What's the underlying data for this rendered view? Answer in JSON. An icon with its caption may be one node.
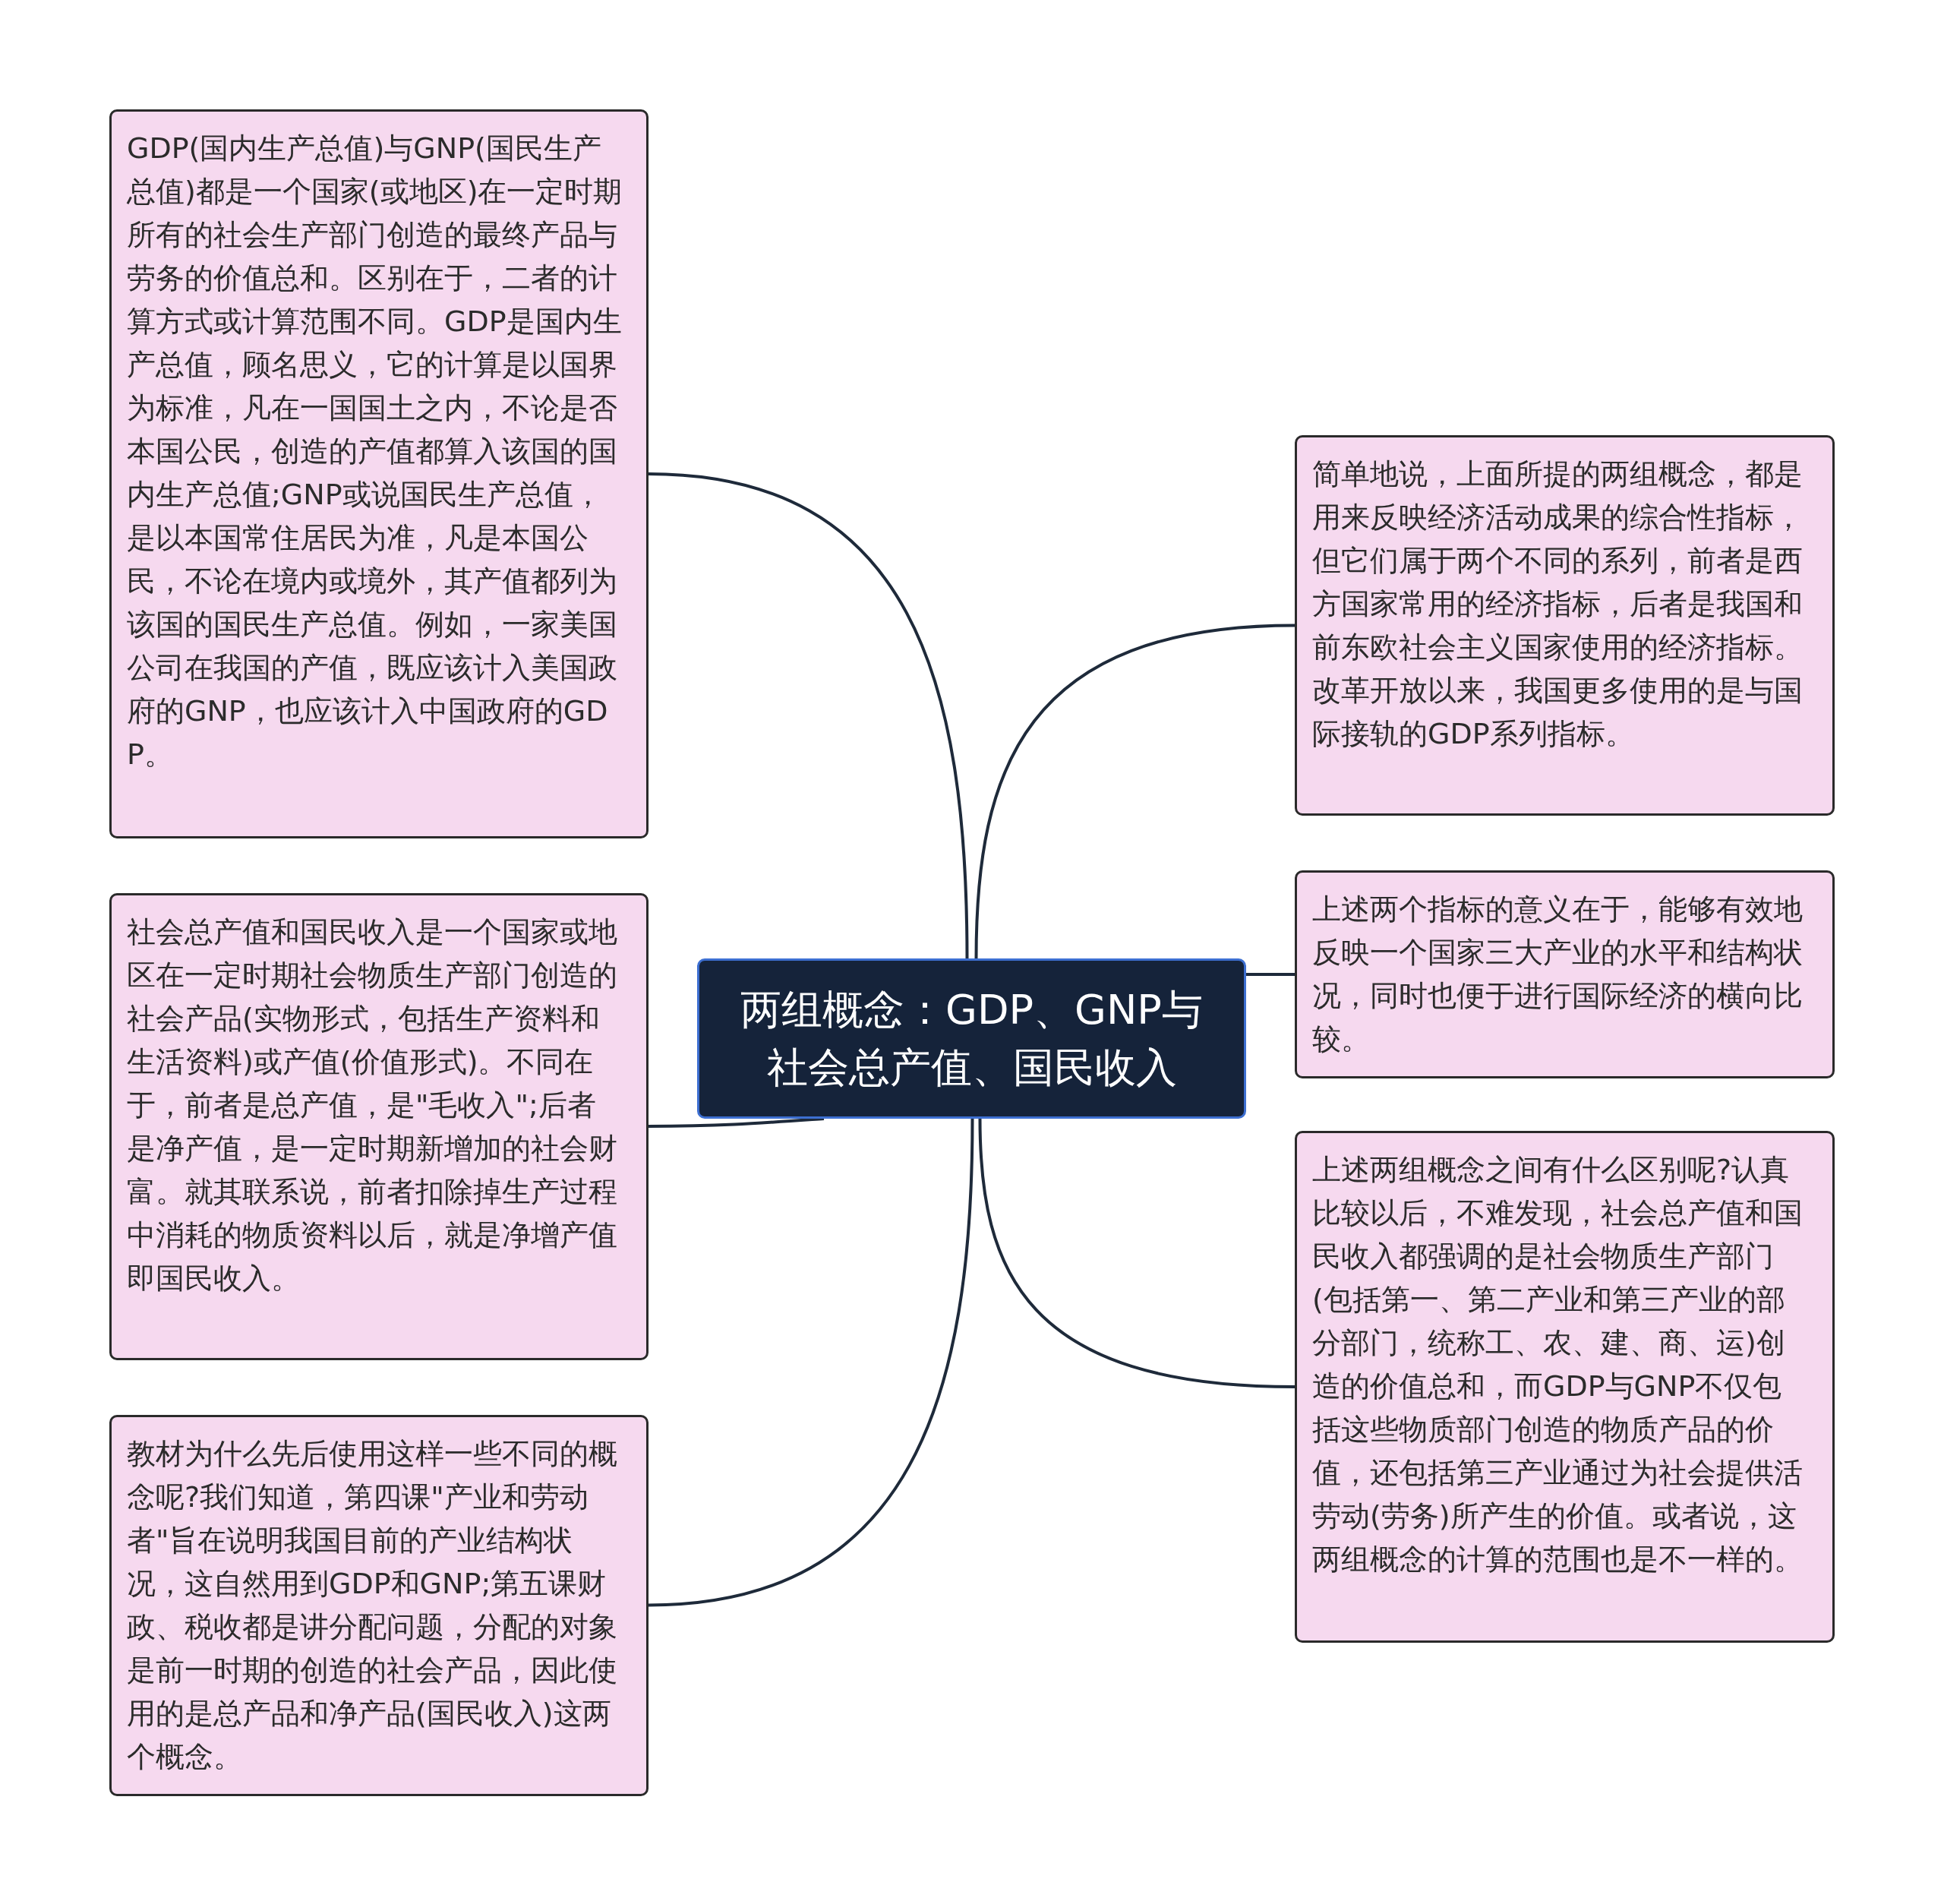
{
  "diagram": {
    "nodes": [
      {
        "text": [
          "两组概念：GDP、GNP与社会总产值、国民收入"
        ]
      },
      {
        "text": [
          "GDP(国内生产总值)与GNP(国民生产总值)都是一个国家(或地区)在一定时期所有的社会生产部门创造的最终产品与劳务的价值总和。区别在于，二者的计算方式或计算范围不同。GDP是国内生产总值，顾名思义，它的计算是以国界为标准，凡在一国国土之内，不论是否本国公民，创造的产值都算入该国的国内生产总值;GNP或说国民生产总值，是以本国常住居民为准，凡是本国公民，不论在境内或境外，其产值都列为该国的国民生产总值。例如，一家美国公司在我国的产值，既应该计入美国政府的GNP，也应该计入中国政府的GDP。"
        ]
      },
      {
        "text": [
          "社会总产值和国民收入是一个国家或地区在一定时期社会物质生产部门创造的社会产品(实物形式，包括生产资料和生活资料)或产值(价值形式)。不同在于，前者是总产值，是\"毛收入\";后者是净产值，是一定时期新增加的社会财富。就其联系说，前者扣除掉生产过程中消耗的物质资料以后，就是净增产值即国民收入。"
        ]
      },
      {
        "text": [
          "教材为什么先后使用这样一些不同的概念呢?我们知道，第四课\"产业和劳动者\"旨在说明我国目前的产业结构状况，这自然用到GDP和GNP;第五课财政、税收都是讲分配问题，分配的对象是前一时期的创造的社会产品，因此使用的是总产品和净产品(国民收入)这两个概念。"
        ]
      },
      {
        "text": [
          "简单地说，上面所提的两组概念，都是用来反映经济活动成果的综合性指标，但它们属于两个不同的系列，前者是西方国家常用的经济指标，后者是我国和前东欧社会主义国家使用的经济指标。改革开放以来，我国更多使用的是与国际接轨的GDP系列指标。"
        ]
      },
      {
        "text": [
          "上述两个指标的意义在于，能够有效地反映一个国家三大产业的水平和结构状况，同时也便于进行国际经济的横向比较。"
        ]
      },
      {
        "text": [
          "上述两组概念之间有什么区别呢?认真比较以后，不难发现，社会总产值和国民收入都强调的是社会物质生产部门(包括第一、第二产业和第三产业的部分部门，统称工、农、建、商、运)创造的价值总和，而GDP与GNP不仅包括这些物质部门创造的物质产品的价值，还包括第三产业通过为社会提供活劳动(劳务)所产生的价值。或者说，这两组概念的计算的范围也是不一样的。"
        ]
      }
    ],
    "edges": [
      {
        "from": 0,
        "to": 1,
        "arrow": "none"
      },
      {
        "from": 0,
        "to": 2,
        "arrow": "none"
      },
      {
        "from": 0,
        "to": 3,
        "arrow": "none"
      },
      {
        "from": 0,
        "to": 4,
        "arrow": "none"
      },
      {
        "from": 0,
        "to": 5,
        "arrow": "none"
      },
      {
        "from": 0,
        "to": 6,
        "arrow": "none"
      }
    ]
  }
}
